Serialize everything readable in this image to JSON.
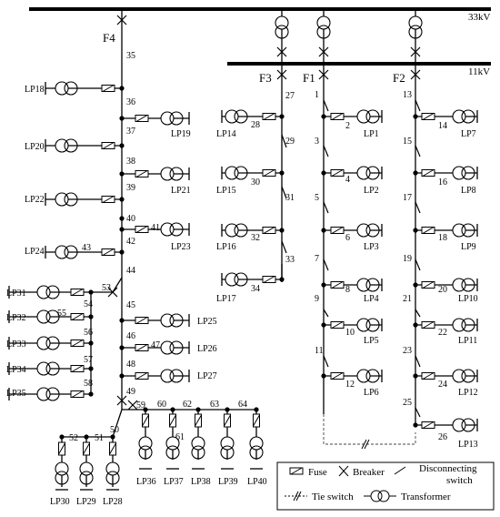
{
  "buses": {
    "hv": "33kV",
    "lv": "11kV"
  },
  "feeders": [
    "F4",
    "F3",
    "F1",
    "F2"
  ],
  "nodes": [
    "35",
    "36",
    "37",
    "38",
    "39",
    "40",
    "41",
    "42",
    "43",
    "44",
    "53",
    "45",
    "54",
    "55",
    "56",
    "57",
    "58",
    "46",
    "47",
    "48",
    "49",
    "50",
    "51",
    "52",
    "59",
    "60",
    "61",
    "62",
    "63",
    "64",
    "27",
    "28",
    "29",
    "30",
    "31",
    "32",
    "33",
    "34",
    "1",
    "2",
    "3",
    "4",
    "5",
    "6",
    "7",
    "8",
    "9",
    "10",
    "11",
    "12",
    "13",
    "14",
    "15",
    "16",
    "17",
    "18",
    "19",
    "20",
    "21",
    "22",
    "23",
    "24",
    "25",
    "26"
  ],
  "loads": [
    "LP1",
    "LP2",
    "LP3",
    "LP4",
    "LP5",
    "LP6",
    "LP7",
    "LP8",
    "LP9",
    "LP10",
    "LP11",
    "LP12",
    "LP13",
    "LP14",
    "LP15",
    "LP16",
    "LP17",
    "LP18",
    "LP19",
    "LP20",
    "LP21",
    "LP22",
    "LP23",
    "LP24",
    "LP25",
    "LP26",
    "LP27",
    "LP28",
    "LP29",
    "LP30",
    "LP31",
    "LP32",
    "LP33",
    "LP34",
    "LP35",
    "LP36",
    "LP37",
    "LP38",
    "LP39",
    "LP40"
  ],
  "legend": {
    "fuse": "Fuse",
    "breaker": "Breaker",
    "disconnecting_switch_line1": "Disconnecting",
    "disconnecting_switch_line2": "switch",
    "tie_switch": "Tie switch",
    "transformer": "Transformer"
  }
}
